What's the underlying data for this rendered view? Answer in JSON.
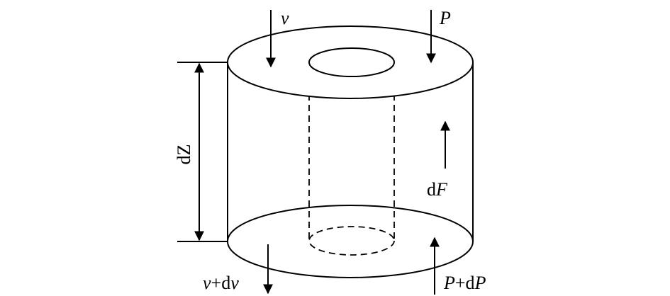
{
  "labels": {
    "velocity_top": "v",
    "pressure_top": "P",
    "height": "dZ",
    "force": {
      "prefix": "d",
      "symbol": "F"
    },
    "velocity_bottom": {
      "symbol": "v",
      "operator": "+d",
      "symbol2": "v"
    },
    "pressure_bottom": {
      "symbol": "P",
      "operator": "+d",
      "symbol2": "P"
    }
  },
  "colors": {
    "stroke": "#000000",
    "background": "#ffffff"
  }
}
